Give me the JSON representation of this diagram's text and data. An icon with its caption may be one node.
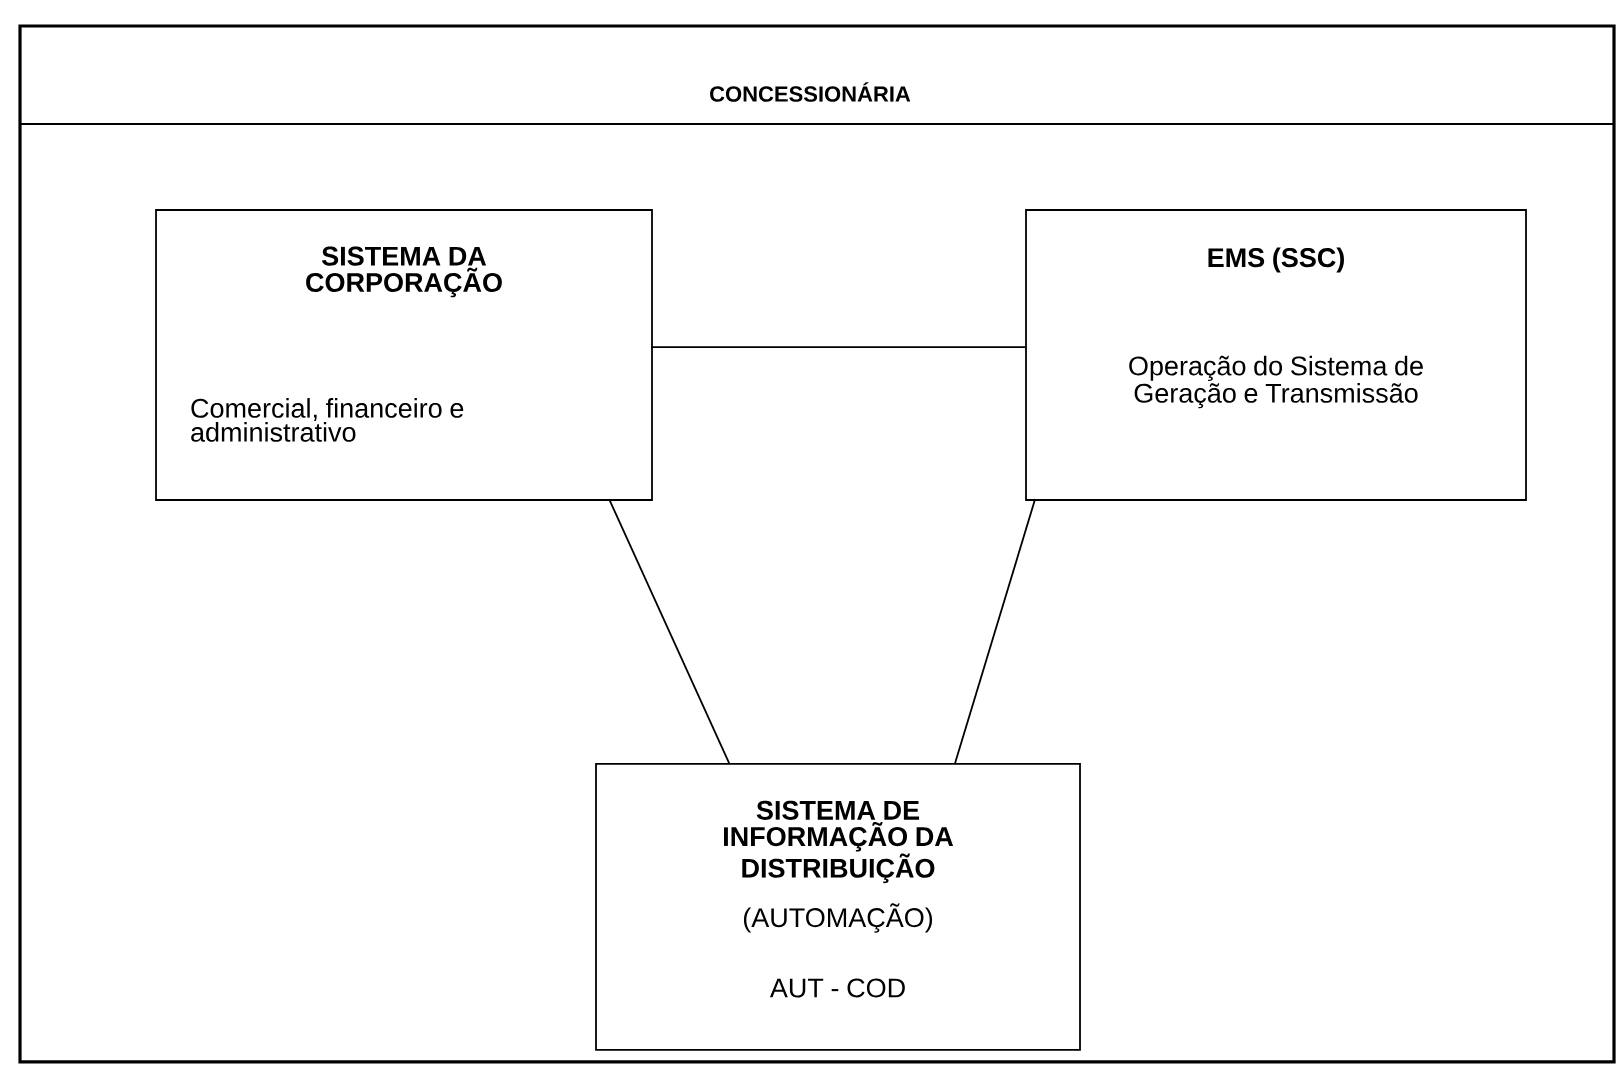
{
  "diagram": {
    "nodes": [
      {
        "text": [
          "CONCESSIONÁRIA"
        ]
      },
      {
        "text": [
          "SISTEMA DA CORPORAÇÃO",
          "Comercial, financeiro e administrativo"
        ],
        "in": 0
      },
      {
        "text": [
          "EMS (SSC)",
          "Operação do Sistema de Geração e Transmissão"
        ],
        "in": 0
      },
      {
        "text": [
          "SISTEMA DE INFORMAÇÃO DA DISTRIBUIÇÃO",
          "(AUTOMAÇÃO)",
          "AUT - COD"
        ],
        "in": 0
      }
    ],
    "edges": [
      {
        "from": 1,
        "to": 2,
        "arrow": "none"
      },
      {
        "from": 1,
        "to": 3,
        "arrow": "none"
      },
      {
        "from": 2,
        "to": 3,
        "arrow": "none"
      }
    ]
  }
}
